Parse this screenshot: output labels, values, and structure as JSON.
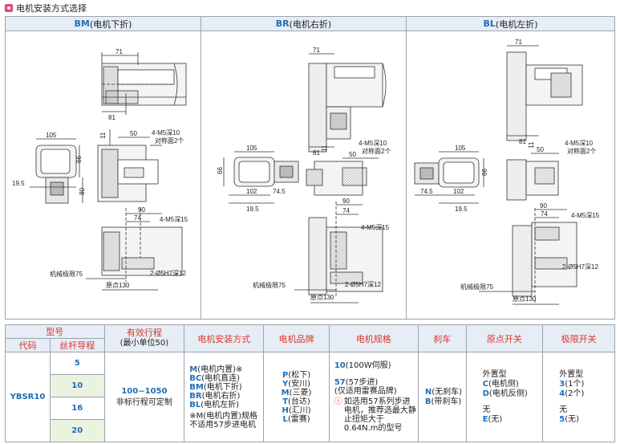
{
  "title": "电机安装方式选择",
  "columns": [
    {
      "code": "BM",
      "label": "(电机下折)"
    },
    {
      "code": "BR",
      "label": "(电机右折)"
    },
    {
      "code": "BL",
      "label": "(电机左折)"
    }
  ],
  "dims": {
    "d71": "71",
    "d81": "81",
    "d105": "105",
    "d50": "50",
    "d11": "11",
    "d66": "66",
    "d80": "80",
    "d195": "19.5",
    "d102": "102",
    "d745": "74.5",
    "d90": "90",
    "d74": "74",
    "m5_10": "4-M5深10",
    "sym2": "对称面2个",
    "m5_15": "4-M5深15",
    "pin": "2-Ø5H7深12",
    "limit": "机械极限75",
    "origin": "原点130"
  },
  "table": {
    "headers": {
      "model": "型号",
      "stroke": "有效行程",
      "stroke_sub": "(最小单位50)",
      "mount": "电机安装方式",
      "brand": "电机品牌",
      "spec": "电机规格",
      "brake": "刹车",
      "origin_sw": "原点开关",
      "limit_sw": "极限开关",
      "code": "代码",
      "lead": "丝杆导程"
    },
    "code": "YBSR10",
    "leads": [
      "5",
      "10",
      "16",
      "20"
    ],
    "stroke_range": "100~1050",
    "stroke_note": "非标行程可定制",
    "mount_items": [
      {
        "code": "M",
        "text": "(电机内置)※"
      },
      {
        "code": "BC",
        "text": "(电机直连)"
      },
      {
        "code": "BM",
        "text": "(电机下折)"
      },
      {
        "code": "BR",
        "text": "(电机右折)"
      },
      {
        "code": "BL",
        "text": "(电机左折)"
      }
    ],
    "mount_note": "※M(电机内置)规格不适用57步进电机",
    "brands": [
      {
        "code": "P",
        "text": "(松下)"
      },
      {
        "code": "Y",
        "text": "(安川)"
      },
      {
        "code": "M",
        "text": "(三菱)"
      },
      {
        "code": "T",
        "text": "(台达)"
      },
      {
        "code": "H",
        "text": "(汇川)"
      },
      {
        "code": "L",
        "text": "(雷赛)"
      }
    ],
    "spec_1_code": "10",
    "spec_1_text": "(100W伺服)",
    "spec_2_code": "57",
    "spec_2_text": "(57步进)",
    "spec_2_sub": "(仅适用雷赛品牌)",
    "spec_note": "如选用57系列步进电机，推荐选最大静止扭矩大于0.64N.m的型号",
    "brake_n_code": "N",
    "brake_n_text": "(无刹车)",
    "brake_b_code": "B",
    "brake_b_text": "(带刹车)",
    "origin_type": "外置型",
    "origin_c_code": "C",
    "origin_c_text": "(电机侧)",
    "origin_d_code": "D",
    "origin_d_text": "(电机反侧)",
    "origin_none": "无",
    "origin_e_code": "E",
    "origin_e_text": "(无)",
    "limit_type": "外置型",
    "limit_3_code": "3",
    "limit_3_text": "(1个)",
    "limit_4_code": "4",
    "limit_4_text": "(2个)",
    "limit_none": "无",
    "limit_5_code": "5",
    "limit_5_text": "(无)"
  }
}
